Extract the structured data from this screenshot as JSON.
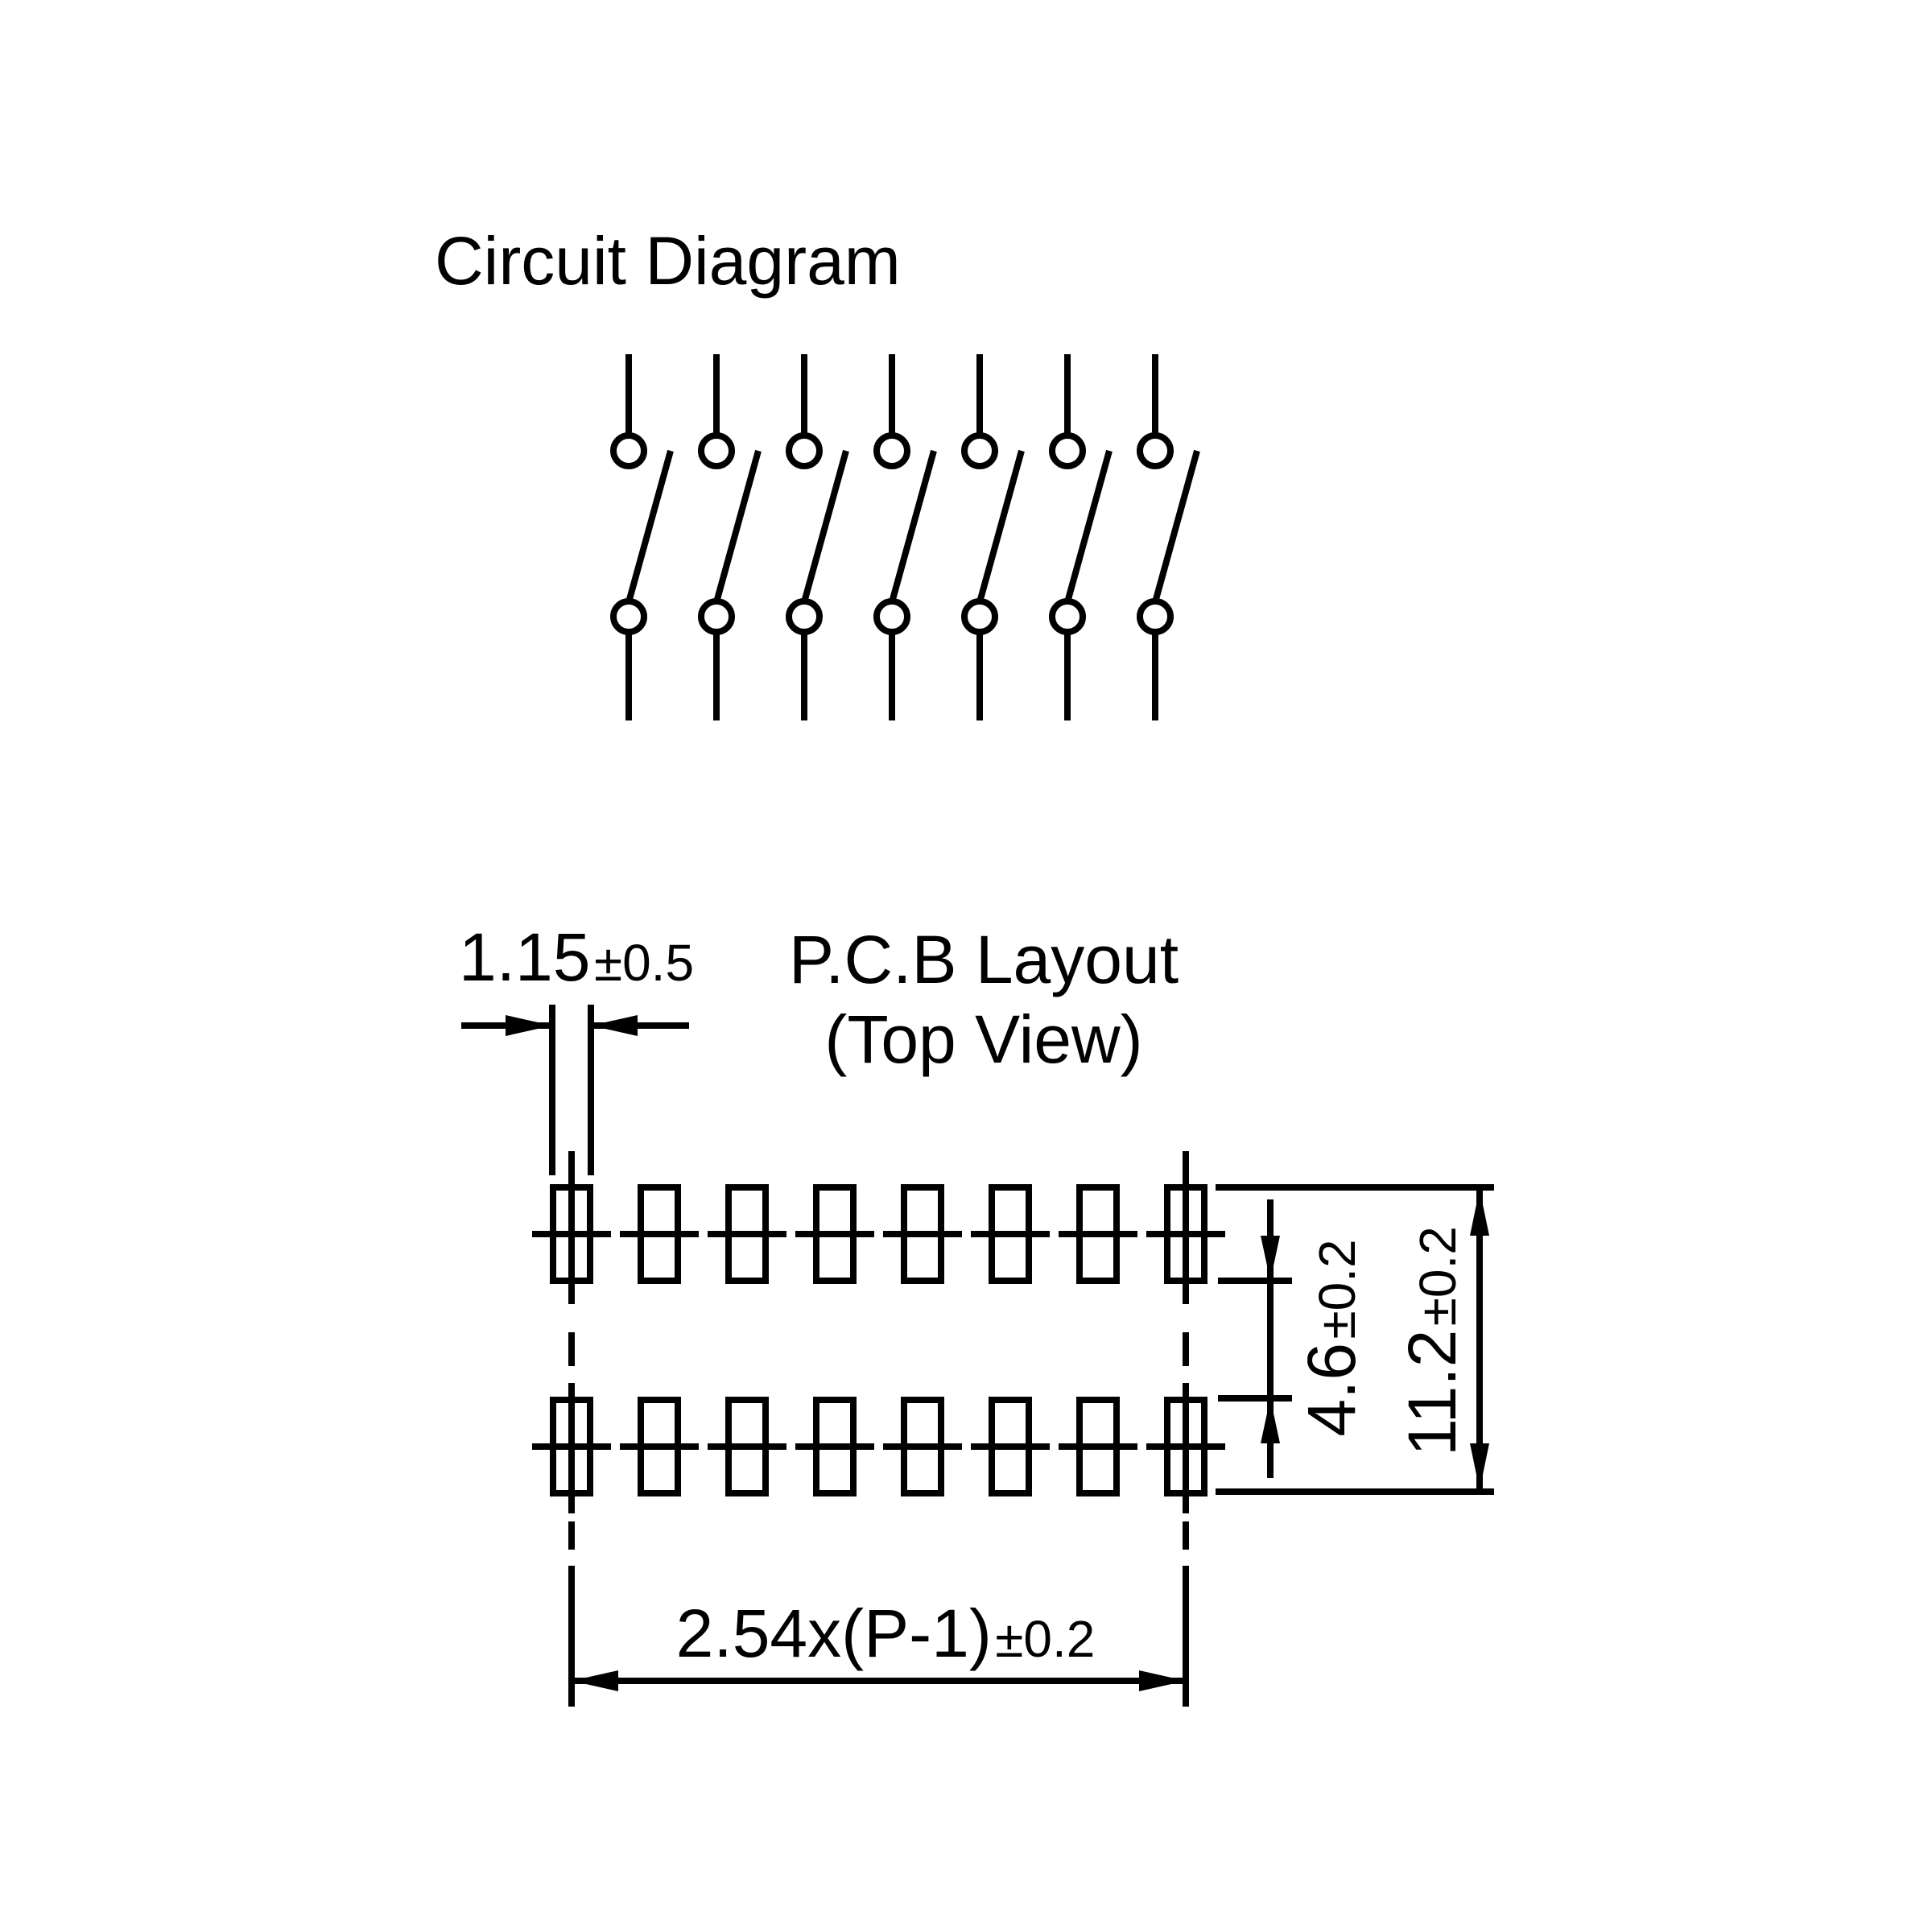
{
  "page": {
    "background_color": "#ffffff",
    "ink_color": "#000000"
  },
  "circuit": {
    "title": "Circuit Diagram",
    "switch_count": 7,
    "switch_centers_x": [
      781,
      890,
      999,
      1108,
      1217,
      1326,
      1435
    ]
  },
  "pcb": {
    "label_line1": "P.C.B Layout",
    "label_line2": "(Top View)",
    "row_count": 2,
    "column_count": 8,
    "column_centers_x": [
      710,
      819,
      928,
      1037,
      1146,
      1255,
      1364,
      1473
    ]
  },
  "dimensions": {
    "pad_width": {
      "value": "1.15",
      "tolerance": "±0.5"
    },
    "row_gap": {
      "value": "4.6",
      "tolerance": "±0.2"
    },
    "outer_span": {
      "value": "11.2",
      "tolerance": "±0.2"
    },
    "pitch": {
      "value": "2.54x(P-1)",
      "tolerance": "±0.2"
    }
  }
}
